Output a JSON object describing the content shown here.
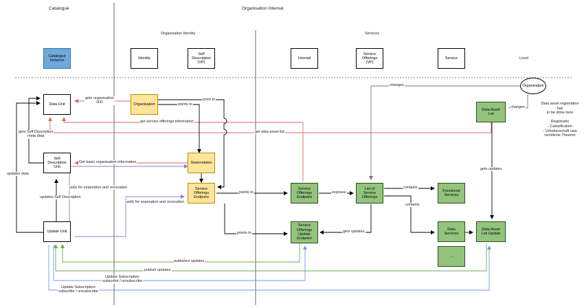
{
  "headers": {
    "catalogue": "Catalogue",
    "organisation_internal": "Organisation Internal",
    "organisation_identity": "Organisation Identity",
    "services": "Services"
  },
  "level_row": {
    "catalogue_instance": "Catalogue\nInstance",
    "identity": "Identity",
    "self_description_vp": "Self Description\n(VP)",
    "internal": "Internal",
    "service_offerings_vp": "Service\nOfferings\n(VP)",
    "service": "Service",
    "level": "Level"
  },
  "nodes": {
    "data_unit": "Data Unit",
    "self_description_unit": "Self Description\nUnit",
    "update_unit": "Update Unit",
    "organisation_yellow": "Organisation",
    "stammdaten": "Stammdaten",
    "service_offerings_endpoint_yellow": "Service Offerings\nEndpoint",
    "service_offerings_endpoint_green": "Service Offerings\nEndpoint",
    "service_offerings_update_endpoint": "Service\nOfferings\nUpdate\nEndpoint",
    "list_of_service_offerings": "List of\nService Offerings",
    "functional_services": "Functional\nServices",
    "data_services": "Data\nServices",
    "data_asset_list": "Data Asset\nList",
    "data_asset_list_update": "Data Asset\nList Update",
    "ellipsis_box": "...",
    "organisation_circle": "Organisation"
  },
  "edge_labels": {
    "gets_organisation_did": "gets organisation\nDID",
    "points_to_1": "points to",
    "point_to": "point to",
    "get_service_offerings_information": "get service offerings information",
    "get_data_asset_list": "get data asset list",
    "gets_self_description_meta_data": "gets Self Description\nmeta data",
    "updates_data": "updates data",
    "get_basic_organisation_information": "Get basic organisation information",
    "polls_for_expiration_1": "polls for experation and revocation",
    "polls_for_expiration_2": "polls for experation and revocation",
    "updates_self_description": "updates Self Description",
    "points_to_2": "points to",
    "points_to_3": "points to",
    "exposes": "exposes",
    "contains_1": "contains",
    "contains_2": "contains",
    "gets_updates_1": "gets updates",
    "gets_updates_2": "gets updates",
    "changes_1": "changes",
    "changes_2": "changes",
    "publishes_updates": "publishes updates",
    "publish_updates": "publish updates",
    "update_subscription_1": "Update Subscription\nsubscribe / unsubscribe",
    "update_subscription_2": "Update Subscription\nsubscribe / unsubscribe"
  },
  "notes": {
    "data_asset_registration": "Data asset registration has\nto be done here\n\nRegistratio\n- Calssification\n- Urheberschaft usw\nrechtliche Theemn"
  },
  "colors": {
    "yellow_fill": "#ffe599",
    "green_fill": "#93c47d",
    "blue_fill": "#6fa8dc",
    "red_edge": "#e06666",
    "blue_edge": "#6d9eeb",
    "purple_edge": "#8e7cc3",
    "green_edge": "#6aa84f",
    "gray_edge": "#999999",
    "black_edge": "#000000"
  }
}
